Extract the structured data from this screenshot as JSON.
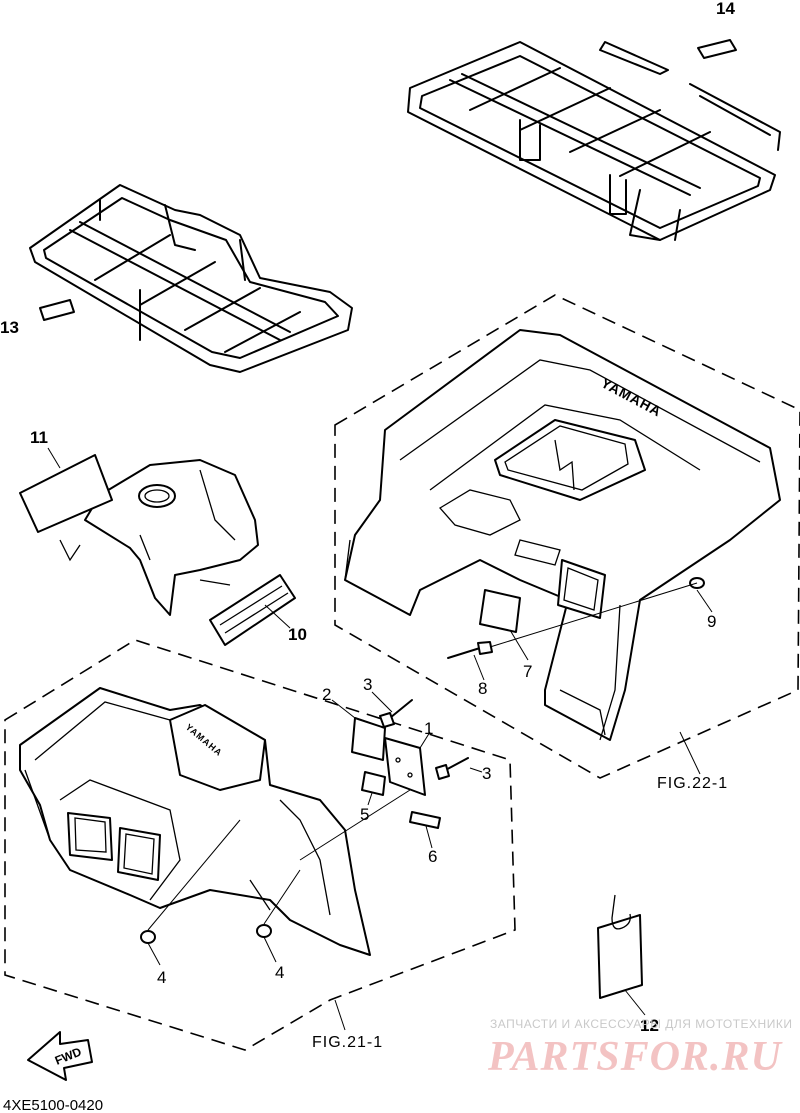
{
  "callouts": {
    "c1": "1",
    "c2": "2",
    "c3a": "3",
    "c3b": "3",
    "c4a": "4",
    "c4b": "4",
    "c5": "5",
    "c6": "6",
    "c7": "7",
    "c8": "8",
    "c9": "9",
    "c10": "10",
    "c11": "11",
    "c12": "12",
    "c13": "13",
    "c14": "14"
  },
  "figure_refs": {
    "rear": "FIG.22-1",
    "front": "FIG.21-1"
  },
  "fender_logo": "YAMAHA",
  "direction_arrow": "FWD",
  "diagram_code": "4XE5100-0420",
  "watermark": {
    "subtitle": "ЗАПЧАСТИ И АКСЕССУАРЫ ДЛЯ МОТОТЕХНИКИ",
    "brand": "PARTSFOR.RU"
  }
}
